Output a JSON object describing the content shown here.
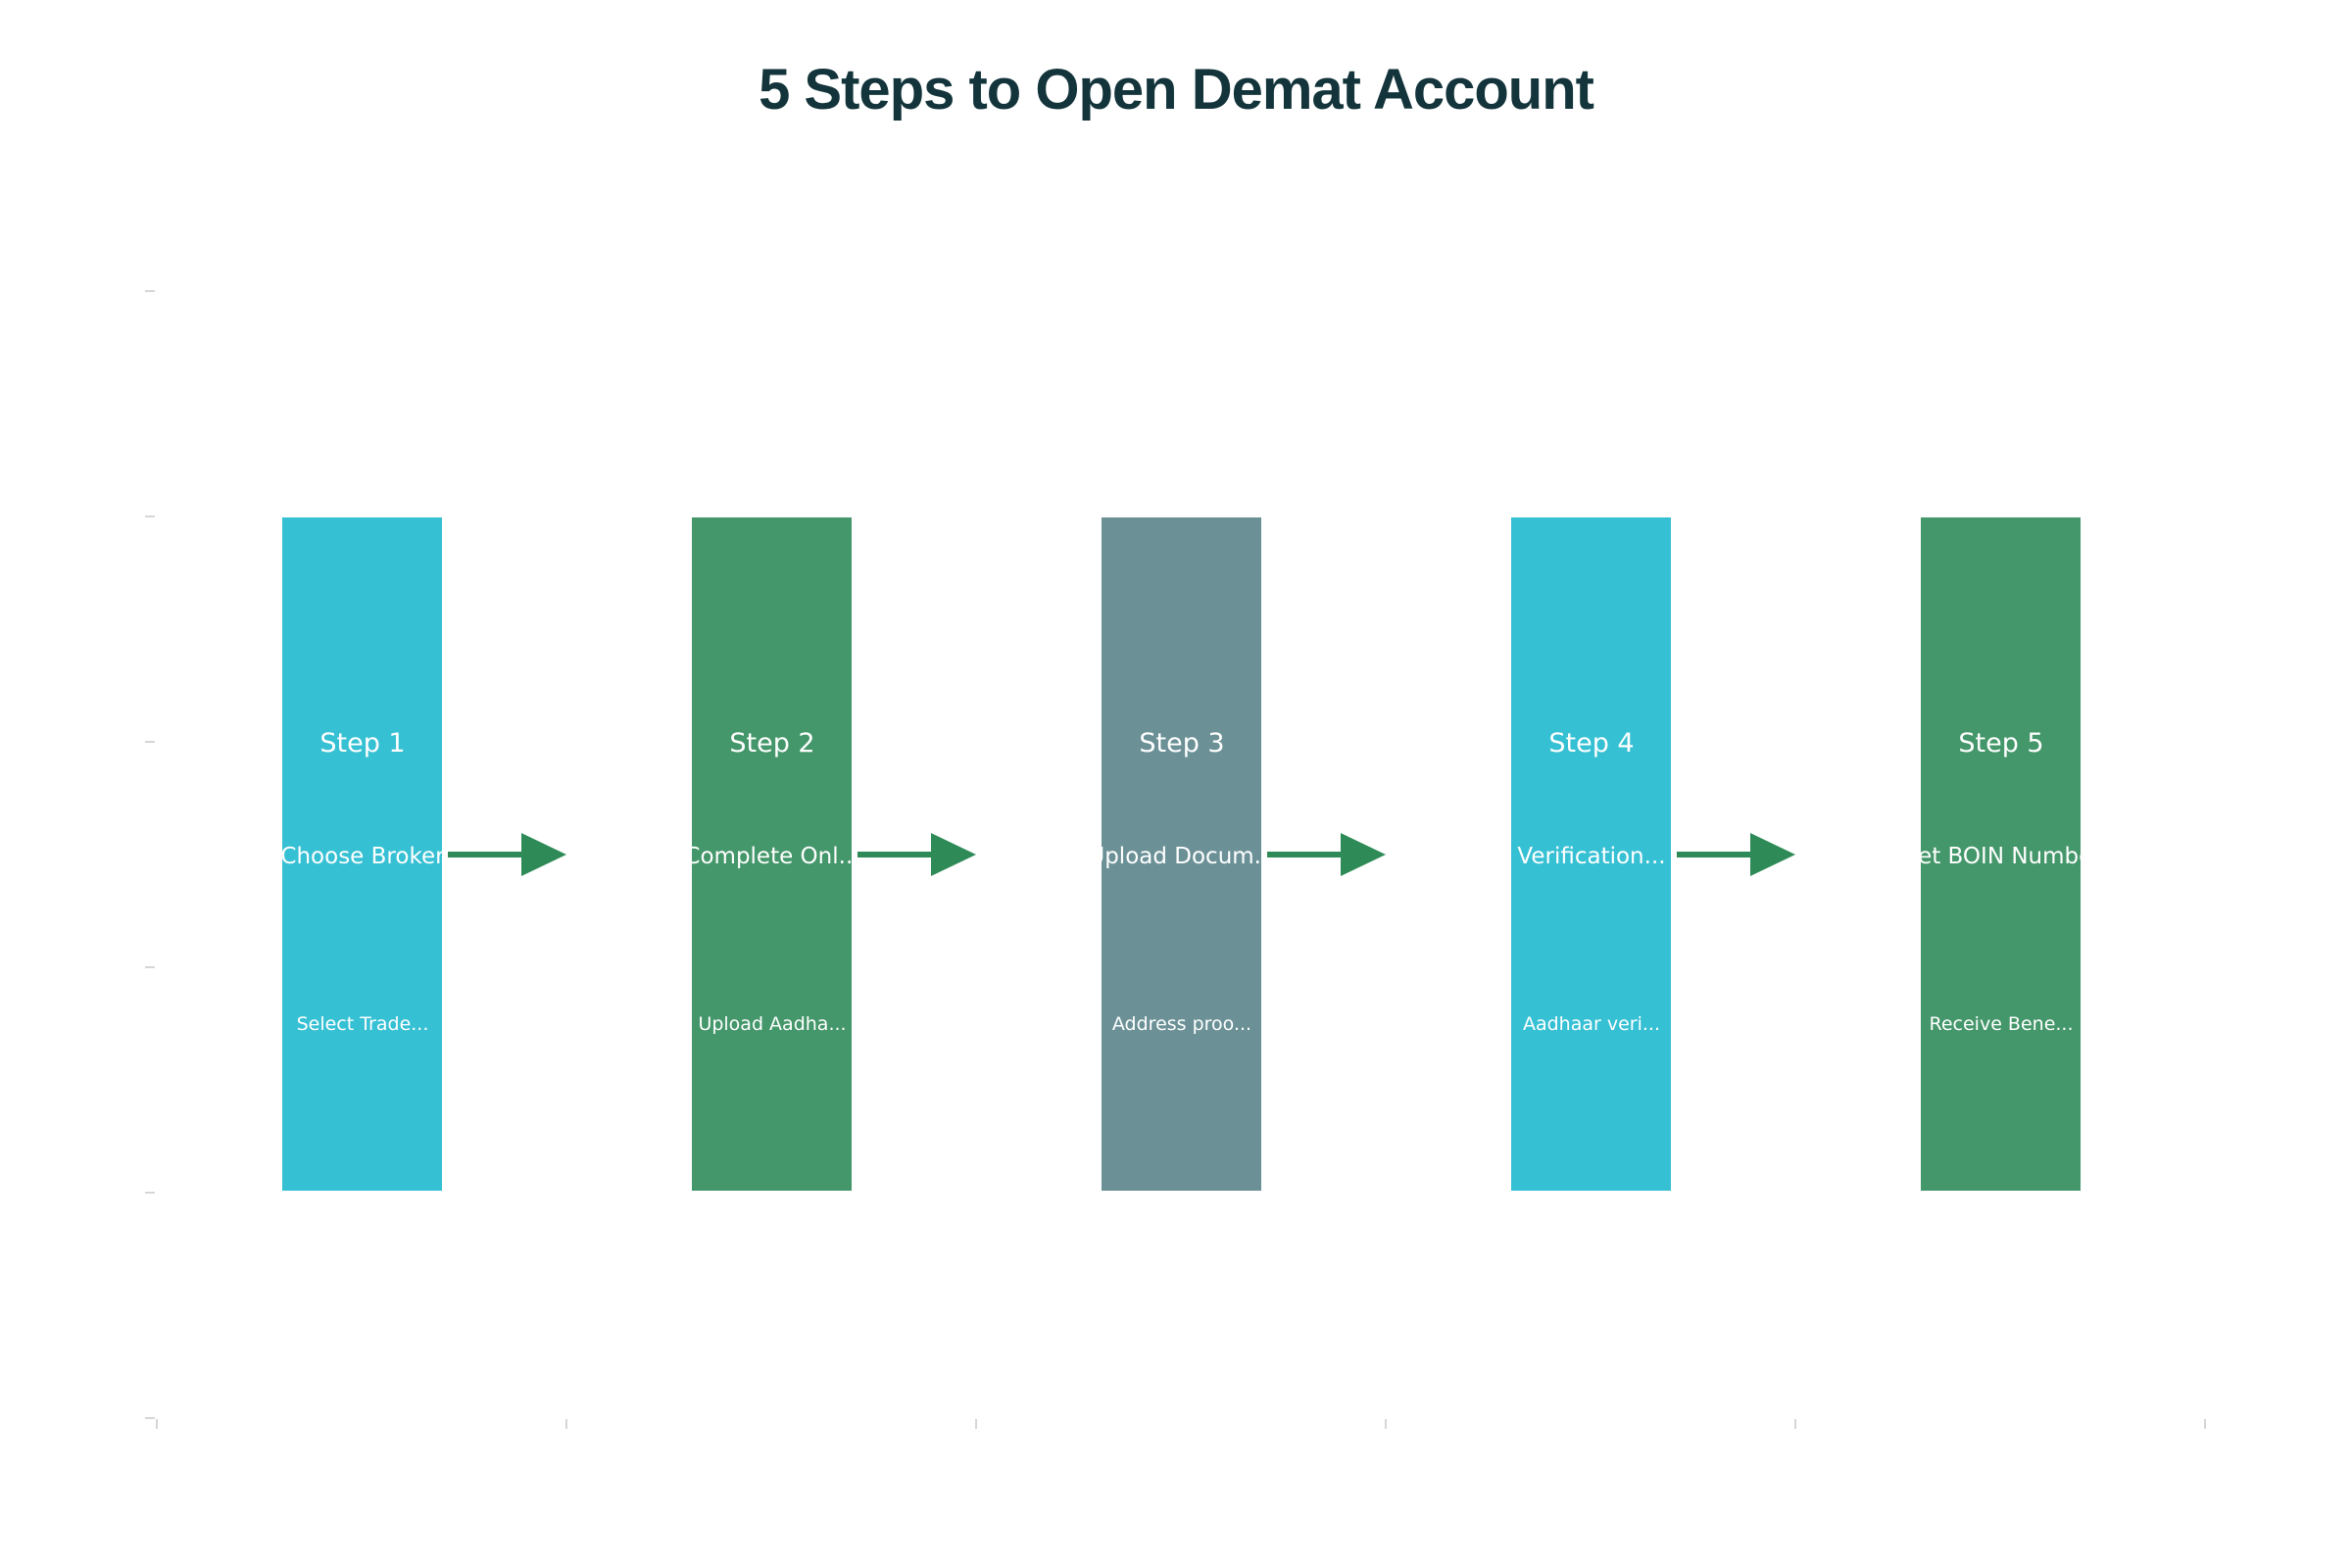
{
  "title": "5 Steps to Open Demat Account",
  "colors": {
    "title": "#13343b",
    "arrow": "#2e8b57",
    "axis_tick": "#c8c8c8"
  },
  "steps": [
    {
      "label": "Step 1",
      "name": "Choose Broker",
      "detail": "Select Trade...",
      "color": "#36c0d4"
    },
    {
      "label": "Step 2",
      "name": "Complete Onl...",
      "detail": "Upload Aadha...",
      "color": "#44976a"
    },
    {
      "label": "Step 3",
      "name": "Upload Docum...",
      "detail": "Address proo...",
      "color": "#6b9197"
    },
    {
      "label": "Step 4",
      "name": "Verification...",
      "detail": "Aadhaar veri...",
      "color": "#36c0d4"
    },
    {
      "label": "Step 5",
      "name": "Get BOIN Number",
      "detail": "Receive Bene...",
      "color": "#44976a"
    }
  ]
}
